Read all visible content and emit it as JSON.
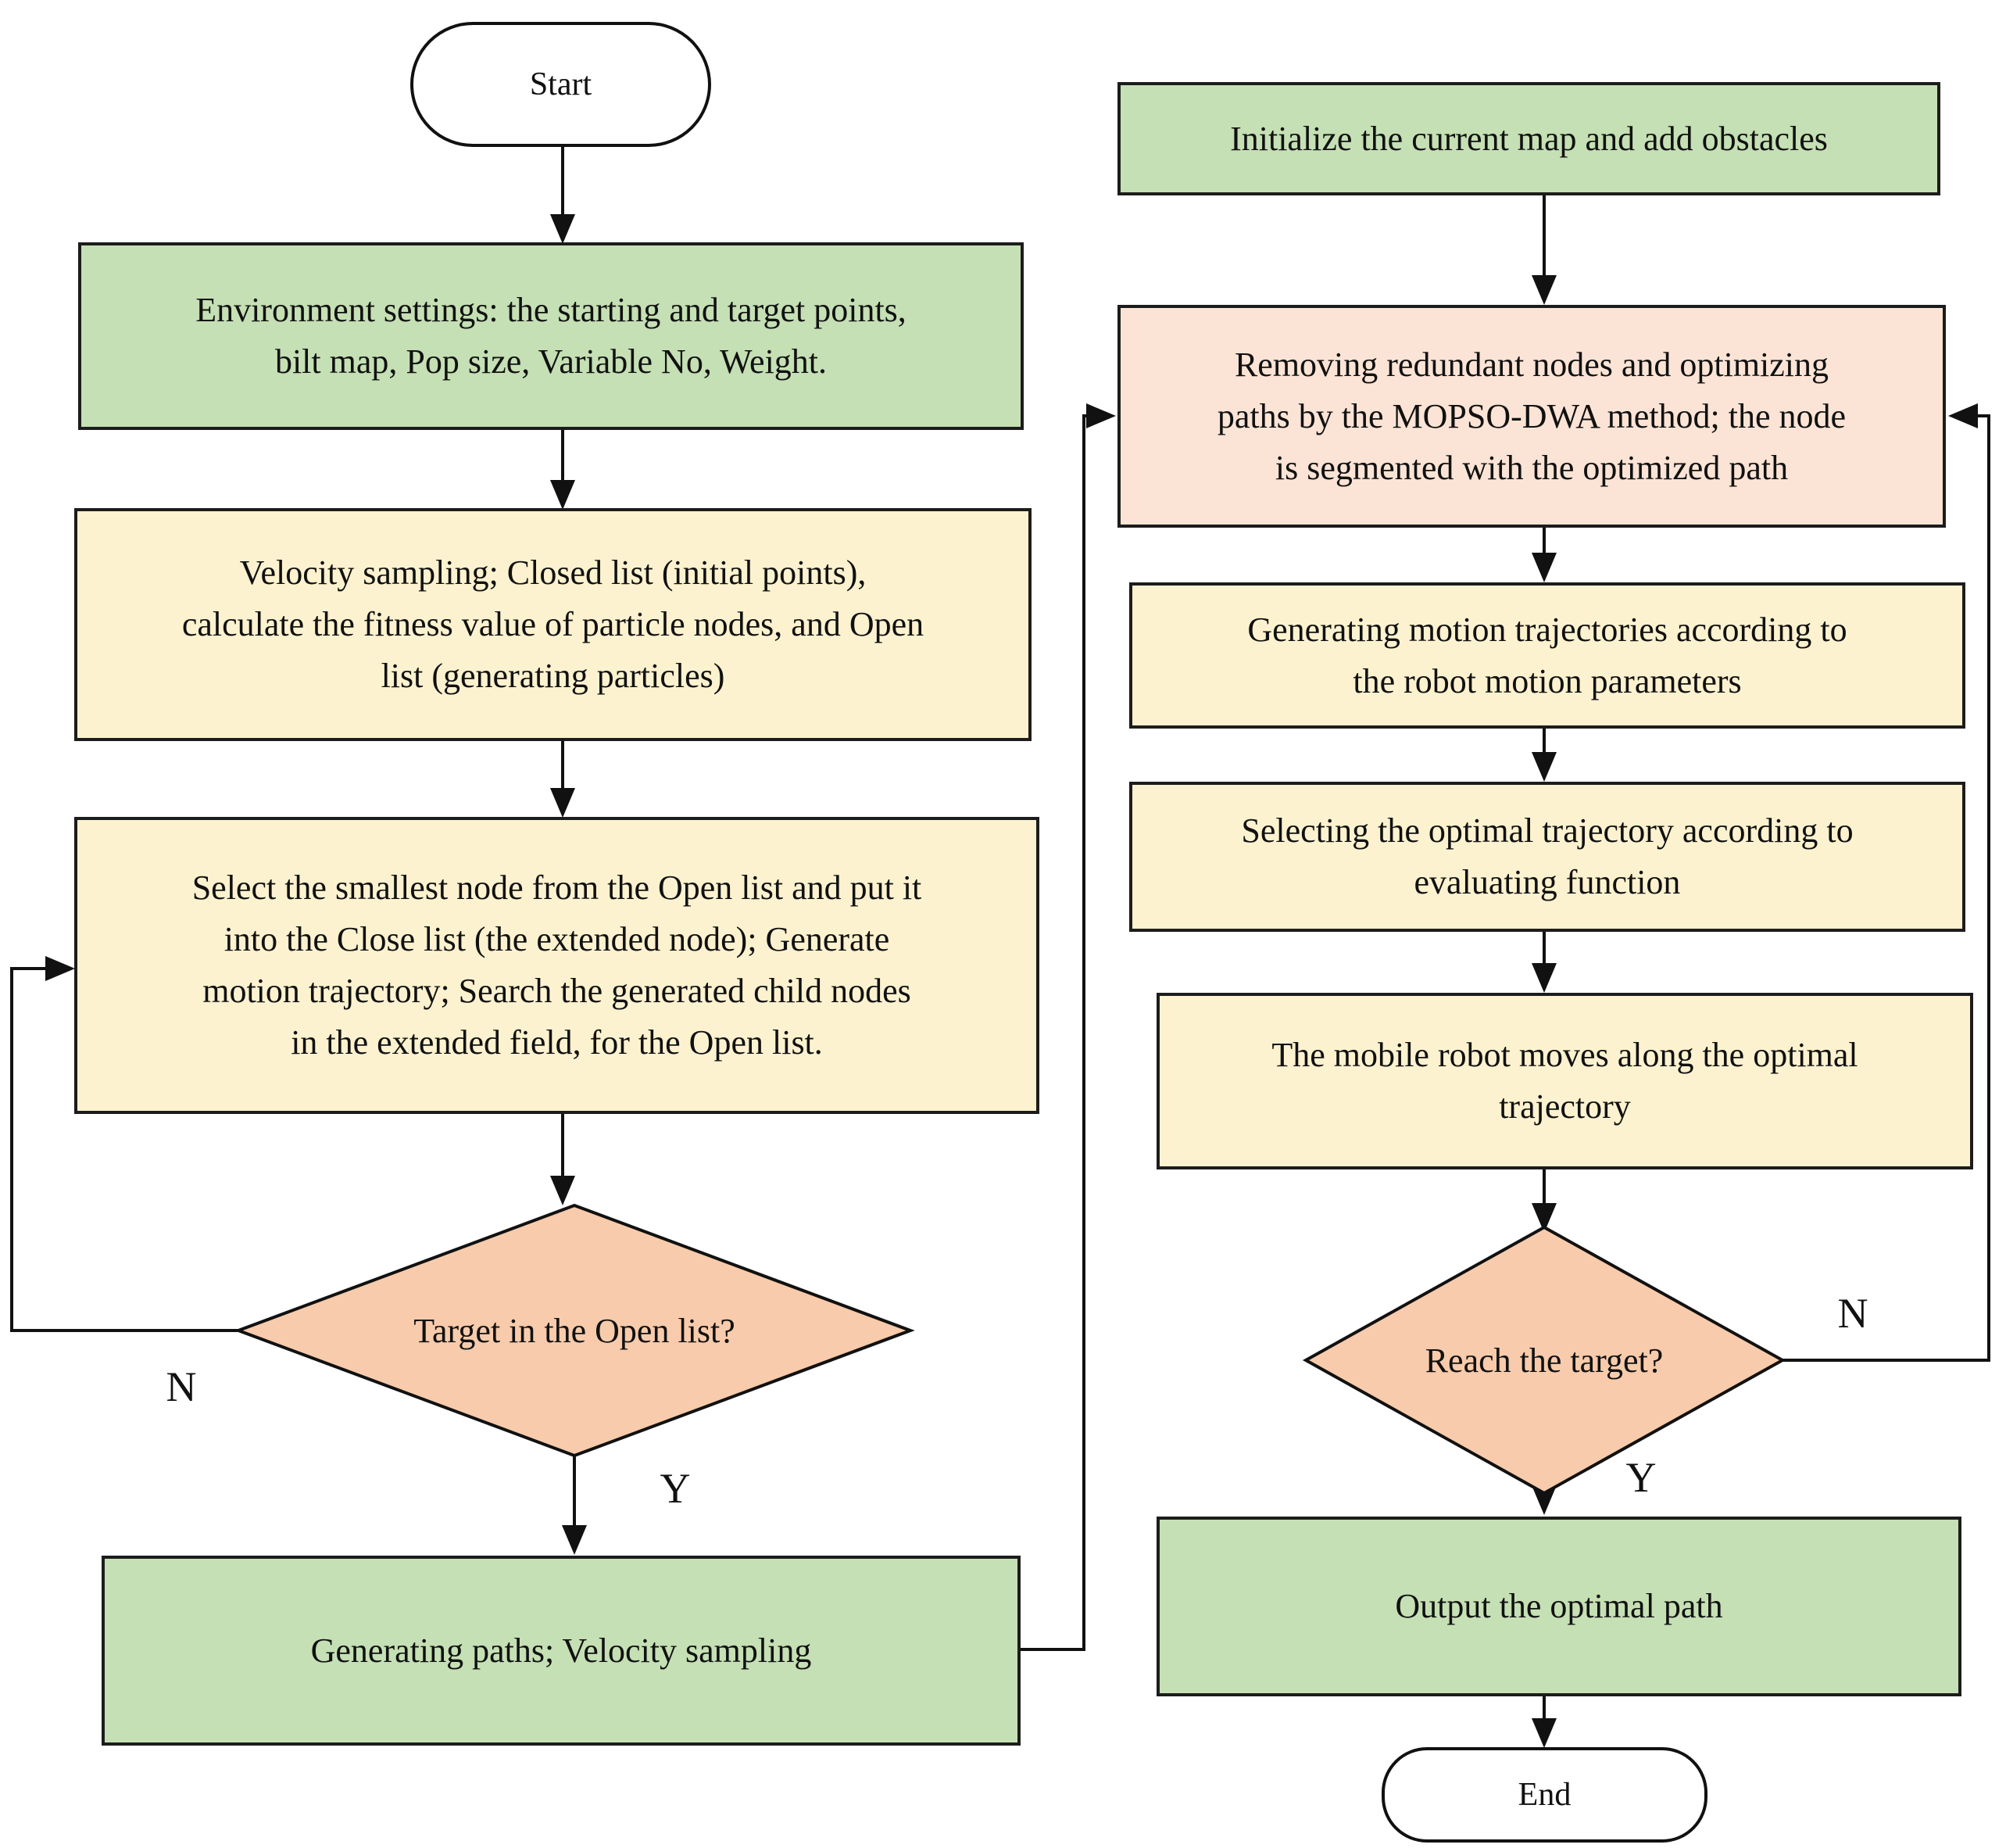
{
  "colors": {
    "process_green": "#c5e0b4",
    "process_yellow": "#fdf2cf",
    "process_pink": "#fbe4d5",
    "decision_peach": "#f7cbab",
    "line_black": "#111111"
  },
  "left": {
    "start": "Start",
    "environment": "Environment settings: the starting and target points,\nbilt map, Pop size, Variable No, Weight.",
    "velocity": "Velocity sampling; Closed list (initial points),\ncalculate the fitness value of particle nodes, and Open\nlist (generating particles)",
    "select": "Select the smallest node from the Open list and put it\ninto the Close list (the extended node); Generate\nmotion trajectory;  Search the generated child nodes\nin the extended field, for the Open list.",
    "decision": "Target in the Open list?",
    "decision_no": "N",
    "decision_yes": "Y",
    "generating": "Generating paths; Velocity sampling"
  },
  "right": {
    "initialize": "Initialize the current map and add obstacles",
    "removing": "Removing redundant nodes and optimizing\npaths by the MOPSO-DWA method; the node\nis segmented with the optimized path",
    "trajectories": "Generating motion trajectories according to\nthe robot motion parameters",
    "selecting": "Selecting the optimal trajectory according to\nevaluating function",
    "moves": "The mobile robot moves along the optimal\ntrajectory",
    "decision": "Reach the target?",
    "decision_no": "N",
    "decision_yes": "Y",
    "output": "Output the optimal path",
    "end": "End"
  }
}
